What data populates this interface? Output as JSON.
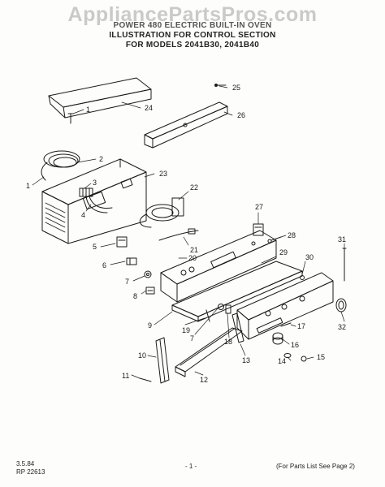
{
  "watermark": "AppliancePartsPros.com",
  "title": {
    "line1": "POWER 480 ELECTRIC BUILT-IN OVEN",
    "line2": "ILLUSTRATION FOR CONTROL SECTION",
    "line3": "FOR MODELS 2041B30, 2041B40"
  },
  "footer": {
    "date": "3.5.84",
    "code": "RP 22613",
    "page": "- 1 -",
    "note": "(For Parts List See Page 2)"
  },
  "callouts": [
    "1",
    "2",
    "3",
    "4",
    "5",
    "6",
    "7",
    "8",
    "9",
    "10",
    "11",
    "12",
    "13",
    "14",
    "15",
    "16",
    "17",
    "18",
    "19",
    "20",
    "21",
    "22",
    "23",
    "24",
    "25",
    "26",
    "27",
    "28",
    "29",
    "30",
    "31",
    "32"
  ],
  "colors": {
    "ink": "#1a1a1a",
    "paper": "#fdfdfb",
    "watermark": "#a0a0a0"
  }
}
